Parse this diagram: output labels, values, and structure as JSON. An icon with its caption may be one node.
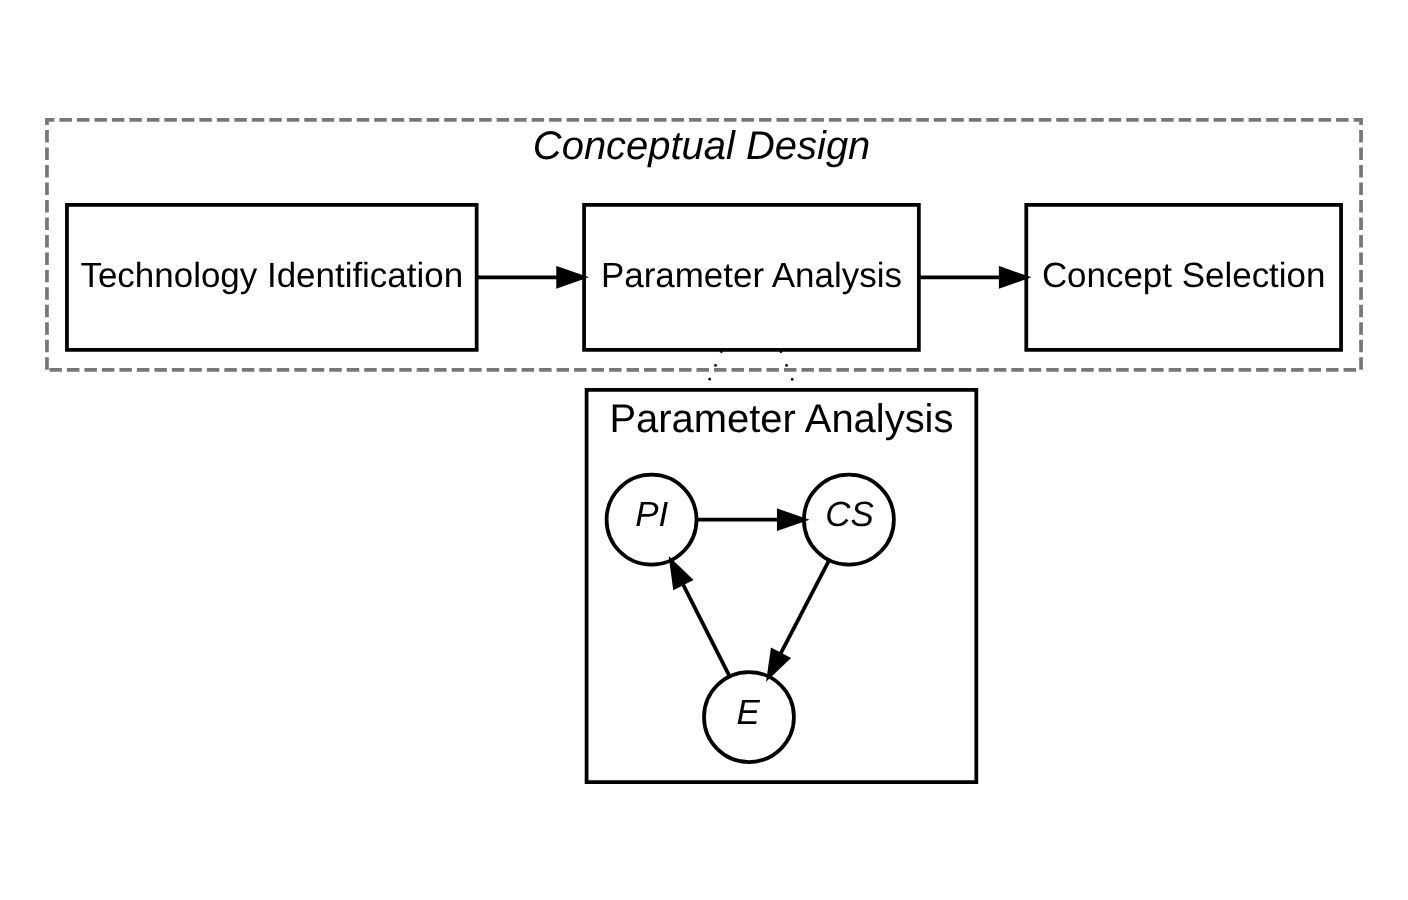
{
  "diagram": {
    "nodes": [
      {
        "text": [
          "Conceptual Design"
        ]
      },
      {
        "text": [
          "Technology Identification"
        ],
        "in": 0
      },
      {
        "text": [
          "Parameter Analysis"
        ],
        "in": 0
      },
      {
        "text": [
          "Concept Selection"
        ],
        "in": 0
      },
      {
        "text": [
          "Parameter Analysis"
        ]
      },
      {
        "text": [
          "PI"
        ],
        "in": 4
      },
      {
        "text": [
          "CS"
        ],
        "in": 4
      },
      {
        "text": [
          "E"
        ],
        "in": 4
      }
    ],
    "edges": [
      {
        "from": 1,
        "to": 2,
        "arrow": "to"
      },
      {
        "from": 2,
        "to": 3,
        "arrow": "to"
      },
      {
        "from": 2,
        "to": 4,
        "arrow": "none",
        "style": "dashed"
      },
      {
        "from": 2,
        "to": 4,
        "arrow": "none",
        "style": "dashed"
      },
      {
        "from": 5,
        "to": 6,
        "arrow": "to"
      },
      {
        "from": 6,
        "to": 7,
        "arrow": "to"
      },
      {
        "from": 7,
        "to": 5,
        "arrow": "to"
      }
    ]
  }
}
